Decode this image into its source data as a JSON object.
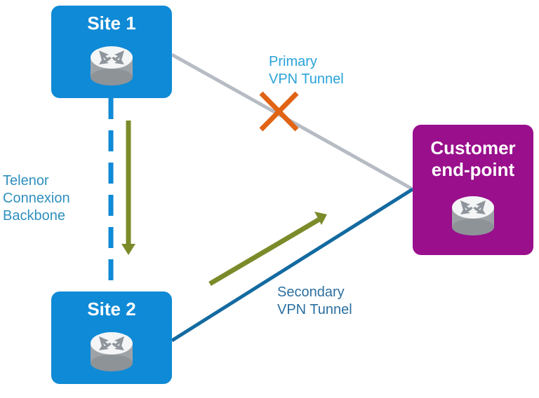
{
  "nodes": {
    "site1": {
      "title": "Site 1",
      "icon": "router-icon"
    },
    "site2": {
      "title": "Site 2",
      "icon": "router-icon"
    },
    "customer": {
      "title_line1": "Customer",
      "title_line2": "end-point",
      "icon": "router-icon"
    }
  },
  "links": {
    "primary": {
      "line1": "Primary",
      "line2": "VPN Tunnel",
      "status": "failed",
      "status_icon": "x-icon"
    },
    "secondary": {
      "line1": "Secondary",
      "line2": "VPN Tunnel",
      "status": "active"
    },
    "backbone": {
      "line1": "Telenor",
      "line2": "Connexion",
      "line3": "Backbone",
      "style": "dashed"
    }
  },
  "colors": {
    "site": "#0f8ad6",
    "customer": "#990f8c",
    "primary_line": "#b7bcc4",
    "secondary_line": "#136aa0",
    "flow_arrow": "#7b8b2a",
    "failure_x": "#e06414",
    "label_blue": "#2aa3d9"
  }
}
